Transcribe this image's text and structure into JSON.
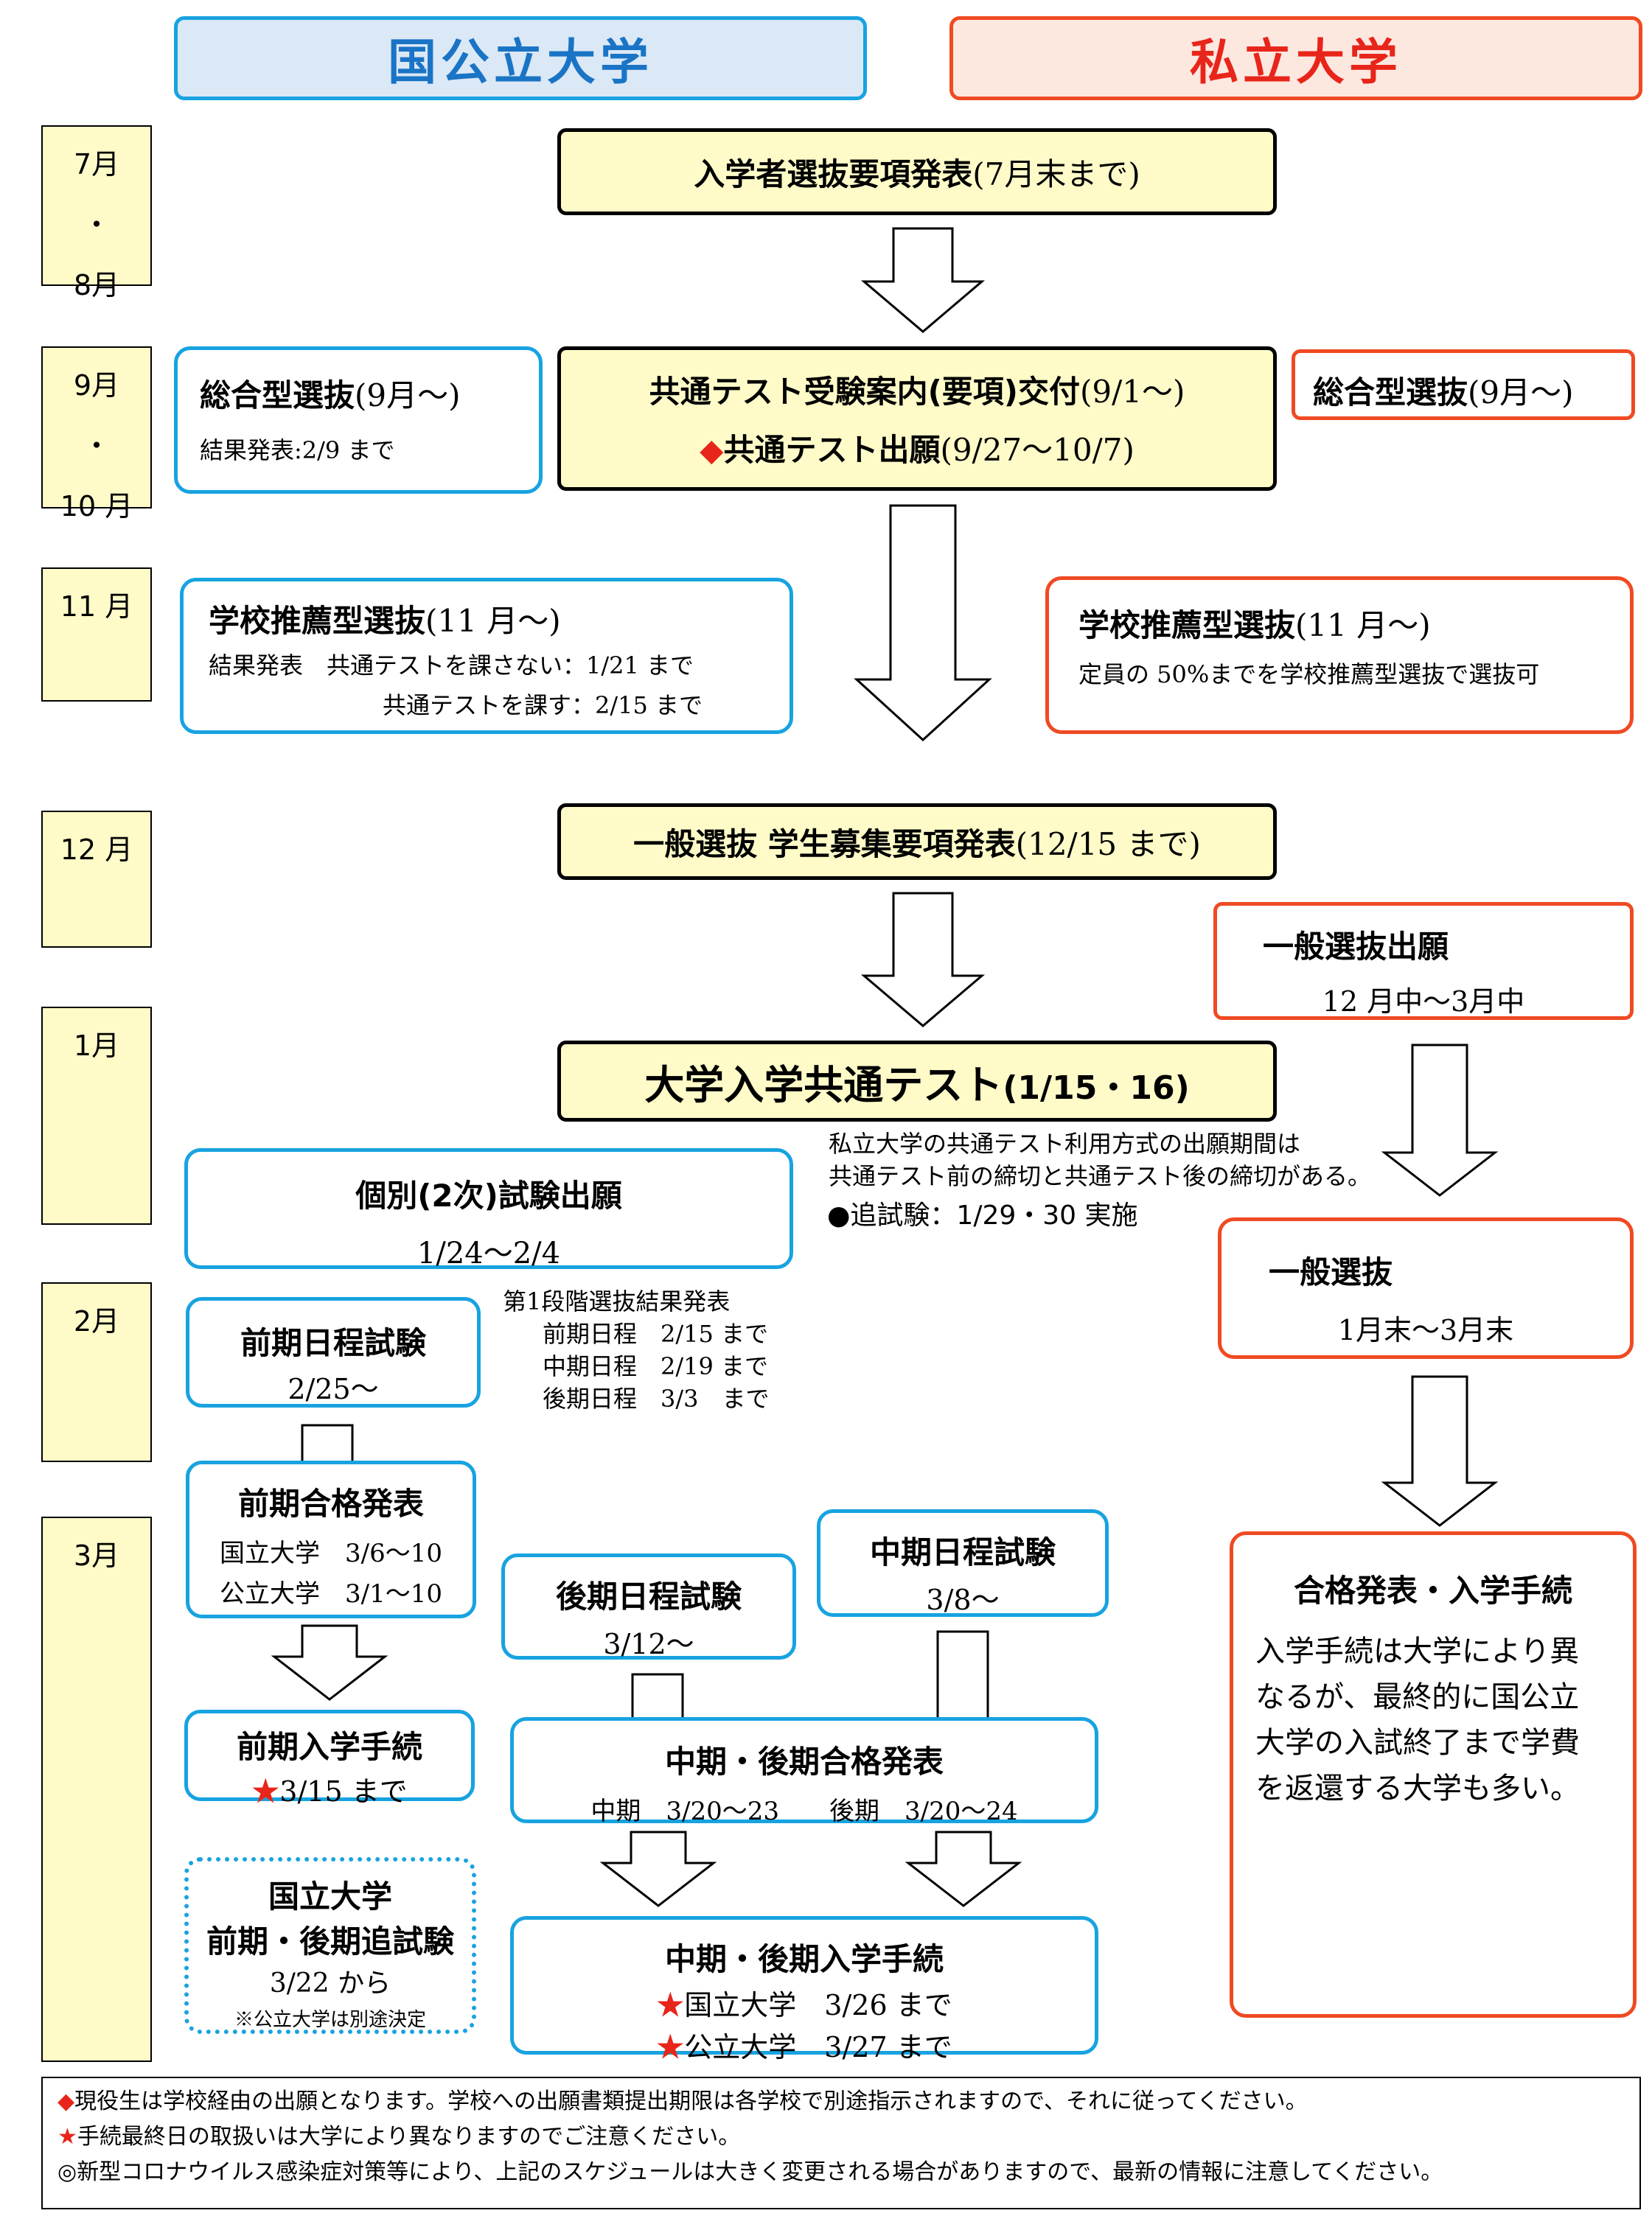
{
  "headers": {
    "public": "国公立大学",
    "private": "私立大学"
  },
  "months": {
    "jul_aug": [
      "7月",
      "・",
      "8月"
    ],
    "sep_oct": [
      "9月",
      "・",
      "10 月"
    ],
    "nov": [
      "11 月"
    ],
    "dec": [
      "12 月"
    ],
    "jan": [
      "1月"
    ],
    "feb": [
      "2月"
    ],
    "mar": [
      "3月"
    ]
  },
  "common": {
    "announce": {
      "title": "入学者選抜要項発表",
      "period": "(7月末まで)"
    },
    "guide": {
      "title": "共通テスト受験案内(要項)交付",
      "period": "(9/1～)",
      "mark": "◆",
      "title2": "共通テスト出願",
      "period2": "(9/27～10/7)"
    },
    "general": {
      "title": "一般選抜 学生募集要項発表",
      "period": "(12/15 まで)"
    },
    "test": {
      "title": "大学入学共通テスト",
      "period": "(1/15・16)"
    }
  },
  "public": {
    "sogo": {
      "title": "総合型選抜",
      "period": "(9月～)",
      "result": "結果発表:2/9 まで"
    },
    "suisen": {
      "title": "学校推薦型選抜",
      "period": "(11 月～)",
      "line1": "結果発表　共通テストを課さない：1/21 まで",
      "line2": "共通テストを課す：2/15 まで"
    },
    "kobetsu": {
      "title": "個別(2次)試験出願",
      "dates": "1/24～2/4"
    },
    "zenki_exam": {
      "title": "前期日程試験",
      "date": "2/25～"
    },
    "stage1": {
      "title": "第1段階選抜結果発表",
      "rows": [
        "前期日程　2/15 まで",
        "中期日程　2/19 まで",
        "後期日程　3/3　まで"
      ]
    },
    "zenki_pass": {
      "title": "前期合格発表",
      "row1": "国立大学　3/6～10",
      "row2": "公立大学　3/1～10"
    },
    "kouki_exam": {
      "title": "後期日程試験",
      "date": "3/12～"
    },
    "chuki_exam": {
      "title": "中期日程試験",
      "date": "3/8～"
    },
    "zenki_proc": {
      "title": "前期入学手続",
      "star": "★",
      "date": "3/15 まで"
    },
    "mid_late_pass": {
      "title": "中期・後期合格発表",
      "row": "中期　3/20～23　　後期　3/20～24"
    },
    "makeup": {
      "line1": "国立大学",
      "line2": "前期・後期追試験",
      "line3": "3/22 から",
      "note": "※公立大学は別途決定"
    },
    "mid_late_proc": {
      "title": "中期・後期入学手続",
      "star": "★",
      "row1": "国立大学　3/26 まで",
      "row2": "公立大学　3/27 まで"
    }
  },
  "private": {
    "sogo": {
      "title": "総合型選抜",
      "period": "(9月～)"
    },
    "suisen": {
      "title": "学校推薦型選抜",
      "period": "(11 月～)",
      "note": "定員の 50%までを学校推薦型選抜で選抜可"
    },
    "apply": {
      "title": "一般選抜出願",
      "dates": "12 月中～3月中"
    },
    "general": {
      "title": "一般選抜",
      "dates": "1月末～3月末"
    },
    "pass": {
      "title": "合格発表・入学手続",
      "body": [
        "入学手続は大学により異",
        "なるが、最終的に国公立",
        "大学の入試終了まで学費",
        "を返還する大学も多い。"
      ]
    }
  },
  "notes": {
    "private_deadline": [
      "私立大学の共通テスト利用方式の出願期間は",
      "共通テスト前の締切と共通テスト後の締切がある。"
    ],
    "makeup_test": "●追試験：1/29・30 実施"
  },
  "footer": {
    "line1_mark": "◆",
    "line1": "現役生は学校経由の出願となります。学校への出願書類提出期限は各学校で別途指示されますので、それに従ってください。",
    "line2_mark": "★",
    "line2": "手続最終日の取扱いは大学により異なりますのでご注意ください。",
    "line3_mark": "◎",
    "line3": "新型コロナウイルス感染症対策等により、上記のスケジュールは大きく変更される場合がありますので、最新の情報に注意してください。"
  },
  "colors": {
    "public_blue": "#18a3e0",
    "private_red": "#ef4a23",
    "yellow_fill": "#fefbc8",
    "star_red": "#e8251a"
  }
}
